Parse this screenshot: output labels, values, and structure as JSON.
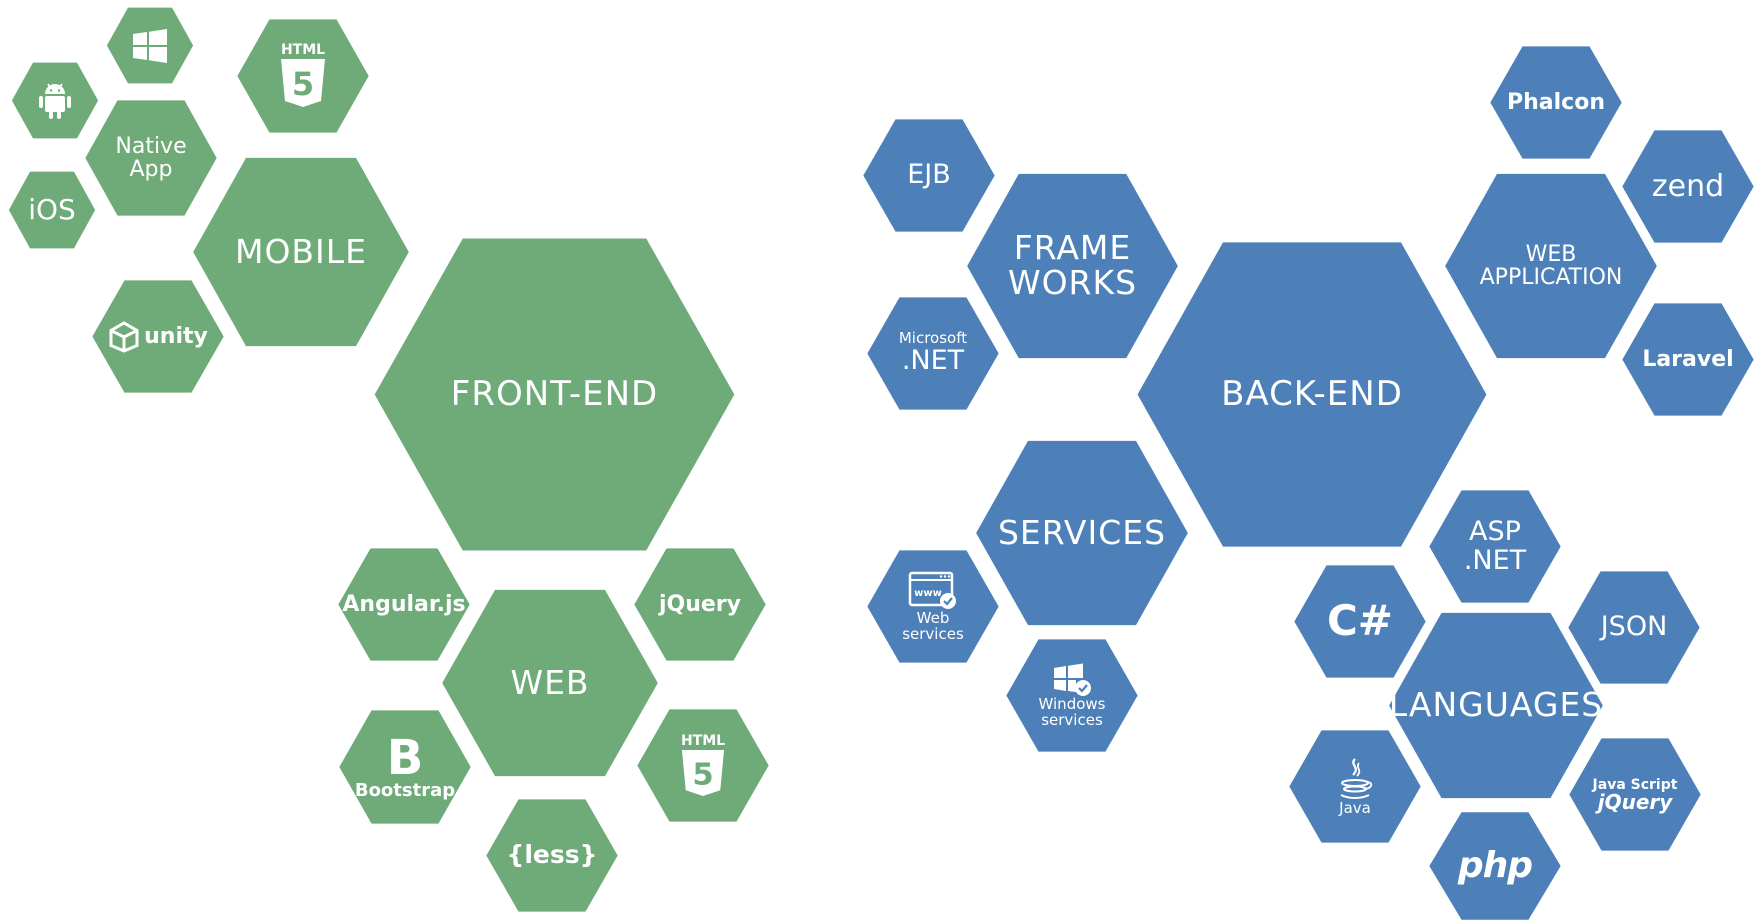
{
  "colors": {
    "frontend": "#6faa79",
    "backend": "#4d80b8",
    "text": "#ffffff"
  },
  "frontend": {
    "main": "FRONT-END",
    "mobile": {
      "label": "MOBILE",
      "native_app": "Native\nApp",
      "ios": "iOS",
      "unity": "unity",
      "icons": [
        "windows-icon",
        "android-icon",
        "html5-icon",
        "unity-icon"
      ],
      "html5_label": "HTML",
      "html5_digit": "5"
    },
    "web": {
      "label": "WEB",
      "angular": "Angular.js",
      "jquery": "jQuery",
      "bootstrap_letter": "B",
      "bootstrap": "Bootstrap",
      "less": "{less}",
      "html5_label": "HTML",
      "html5_digit": "5"
    }
  },
  "backend": {
    "main": "BACK-END",
    "frameworks": {
      "label": "FRAME\nWORKS",
      "ejb": "EJB",
      "microsoft": "Microsoft",
      "dotnet": ".NET"
    },
    "web_application": {
      "label": "WEB\nAPPLICATION",
      "phalcon": "Phalcon",
      "zend": "zend",
      "laravel": "Laravel"
    },
    "services": {
      "label": "SERVICES",
      "web_services": "Web\nservices",
      "www": "www",
      "windows_services": "Windows\nservices"
    },
    "languages": {
      "label": "LANGUAGES",
      "asp_net": "ASP\n.NET",
      "csharp": "C#",
      "json": "JSON",
      "java": "Java",
      "php": "php",
      "javascript": "Java Script",
      "jquery": "jQuery"
    }
  }
}
